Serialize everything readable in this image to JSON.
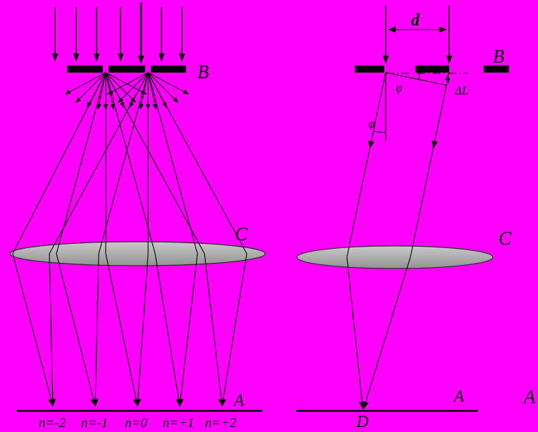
{
  "colors": {
    "background": "#ff00ff",
    "ink": "#000000",
    "lens_top": "#c9c9c9",
    "lens_bottom": "#939393",
    "lens_stroke": "#2b2b2b"
  },
  "left_panel": {
    "grating_label": "B",
    "lens_label": "C",
    "screen_label": "A",
    "order_labels": [
      "n=-2",
      "n=-1",
      "n=0",
      "n=+1",
      "n=+2"
    ]
  },
  "right_panel": {
    "slit_spacing_label": "d",
    "grating_label": "B",
    "lens_label": "C",
    "screen_label": "A",
    "focal_point_label": "D",
    "angle_upper_label": "φ",
    "angle_lower_label": "φ",
    "path_difference_label": "ΔL"
  },
  "figure_corner_label": "A"
}
